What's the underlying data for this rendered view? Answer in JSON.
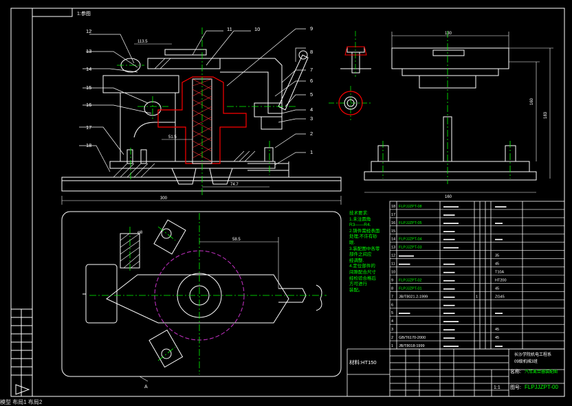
{
  "drawing": {
    "corner_label": "1:参图",
    "balloons": [
      "1",
      "2",
      "3",
      "4",
      "5",
      "6",
      "7",
      "8",
      "9",
      "10",
      "11",
      "12",
      "13",
      "14",
      "15",
      "16",
      "17",
      "18"
    ],
    "dimensions": {
      "top_width": "113.5",
      "overall_length": "300",
      "bottom_offset": "74.7",
      "bore": "51.5",
      "side_width_top": "130",
      "side_width_bottom": "160",
      "side_height_a": "160",
      "side_height_b": "183",
      "plan_radius": "58.5",
      "plan_small": "φ8",
      "section_mark": "A"
    },
    "notes": {
      "title": "技术要求:",
      "lines": [
        "1.未注圆角",
        "R3——R4.",
        "2.铸件需经表面",
        "处理,不许有砂",
        "眼.",
        "3.装配图中各零",
        "部件之间应",
        "经调整.",
        "4.定位部件的",
        "间隙配合尺寸",
        "经检验合格后",
        "方可进行",
        "装配。"
      ]
    },
    "parts_table": {
      "rows": [
        {
          "no": "18",
          "code": "FLPJJZPT-08",
          "name": "▬▬▬▬",
          "qty": "",
          "material": "▬▬▬"
        },
        {
          "no": "17",
          "code": "",
          "name": "▬▬▬",
          "qty": "",
          "material": ""
        },
        {
          "no": "16",
          "code": "FLPJJZPT-05",
          "name": "▬▬▬▬",
          "qty": "",
          "material": "▬▬"
        },
        {
          "no": "15",
          "code": "",
          "name": "▬▬▬",
          "qty": "",
          "material": ""
        },
        {
          "no": "14",
          "code": "FLPJJZPT-04",
          "name": "▬▬▬",
          "qty": "",
          "material": "▬▬"
        },
        {
          "no": "13",
          "code": "FLPJJZPT-03",
          "name": "▬▬▬▬",
          "qty": "",
          "material": ""
        },
        {
          "no": "12",
          "code": "▬▬▬▬",
          "name": "",
          "qty": "",
          "material": "35"
        },
        {
          "no": "11",
          "code": "▬▬▬",
          "name": "▬▬▬",
          "qty": "",
          "material": "45"
        },
        {
          "no": "10",
          "code": "",
          "name": "▬▬▬",
          "qty": "",
          "material": "T10A"
        },
        {
          "no": "9",
          "code": "FLPJJZPT-02",
          "name": "▬▬▬",
          "qty": "",
          "material": "HT200"
        },
        {
          "no": "8",
          "code": "FLPJJZPT-01",
          "name": "▬▬▬",
          "qty": "",
          "material": "45"
        },
        {
          "no": "7",
          "code": "JB/T8021.2-1999",
          "name": "▬▬▬",
          "qty": "1",
          "material": "ZG45"
        },
        {
          "no": "6",
          "code": "",
          "name": "▬▬▬",
          "qty": "",
          "material": ""
        },
        {
          "no": "5",
          "code": "▬▬▬",
          "name": "▬▬▬",
          "qty": "",
          "material": "▬▬"
        },
        {
          "no": "4",
          "code": "",
          "name": "▬▬▬▬",
          "qty": "",
          "material": ""
        },
        {
          "no": "3",
          "code": "",
          "name": "▬▬▬",
          "qty": "",
          "material": "45"
        },
        {
          "no": "2",
          "code": "GB/T6170-2000",
          "name": "▬▬▬",
          "qty": "",
          "material": "45"
        },
        {
          "no": "1",
          "code": "JB/T8018-1999",
          "name": "▬▬▬▬",
          "qty": "",
          "material": "▬▬"
        }
      ]
    },
    "title_block": {
      "material": "材料:HT150",
      "school": "长沙学院机电工程系",
      "class": "09级机械3班",
      "name_label": "名称:",
      "name_value": "汽车离合器装配图",
      "scale": "1:1",
      "code_label": "图号:",
      "code_value": "FLPJJZPT-00"
    },
    "status_bar": "模型 布局1 布局2"
  },
  "colors": {
    "background": "#000000",
    "outline": "#ffffff",
    "centerline": "#00ff00",
    "section": "#ff0000",
    "phantom": "#cc33cc",
    "dim": "#ffffff"
  }
}
